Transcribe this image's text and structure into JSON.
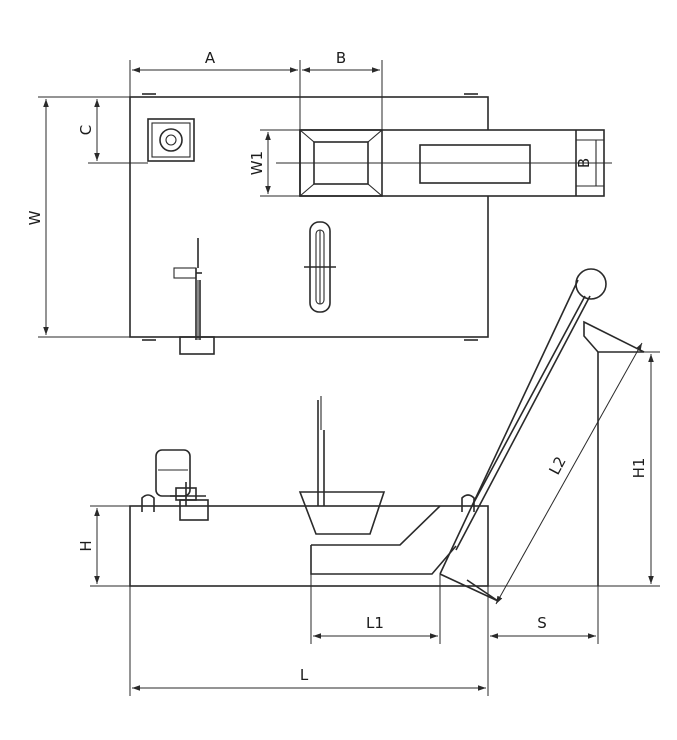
{
  "labels": {
    "A": "A",
    "B_top": "B",
    "B_side": "B",
    "C": "C",
    "W": "W",
    "W1": "W1",
    "H": "H",
    "H1": "H1",
    "L": "L",
    "L1": "L1",
    "L2": "L2",
    "S": "S"
  }
}
